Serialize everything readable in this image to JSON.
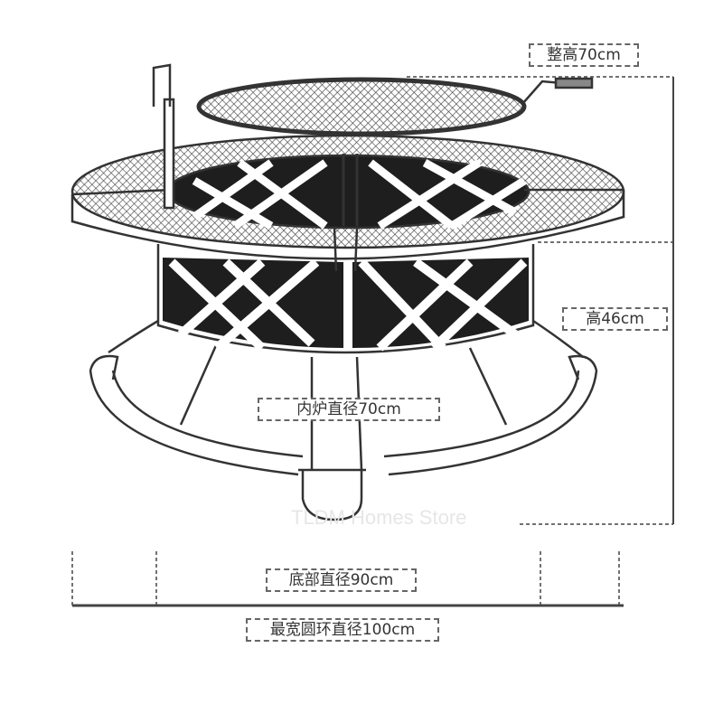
{
  "labels": {
    "total_height": "整高70cm",
    "bowl_height": "高46cm",
    "inner_diameter": "内炉直径70cm",
    "base_diameter": "底部直径90cm",
    "widest_ring_diameter": "最宽圆环直径100cm"
  },
  "watermark": "TLDM Homes Store"
}
